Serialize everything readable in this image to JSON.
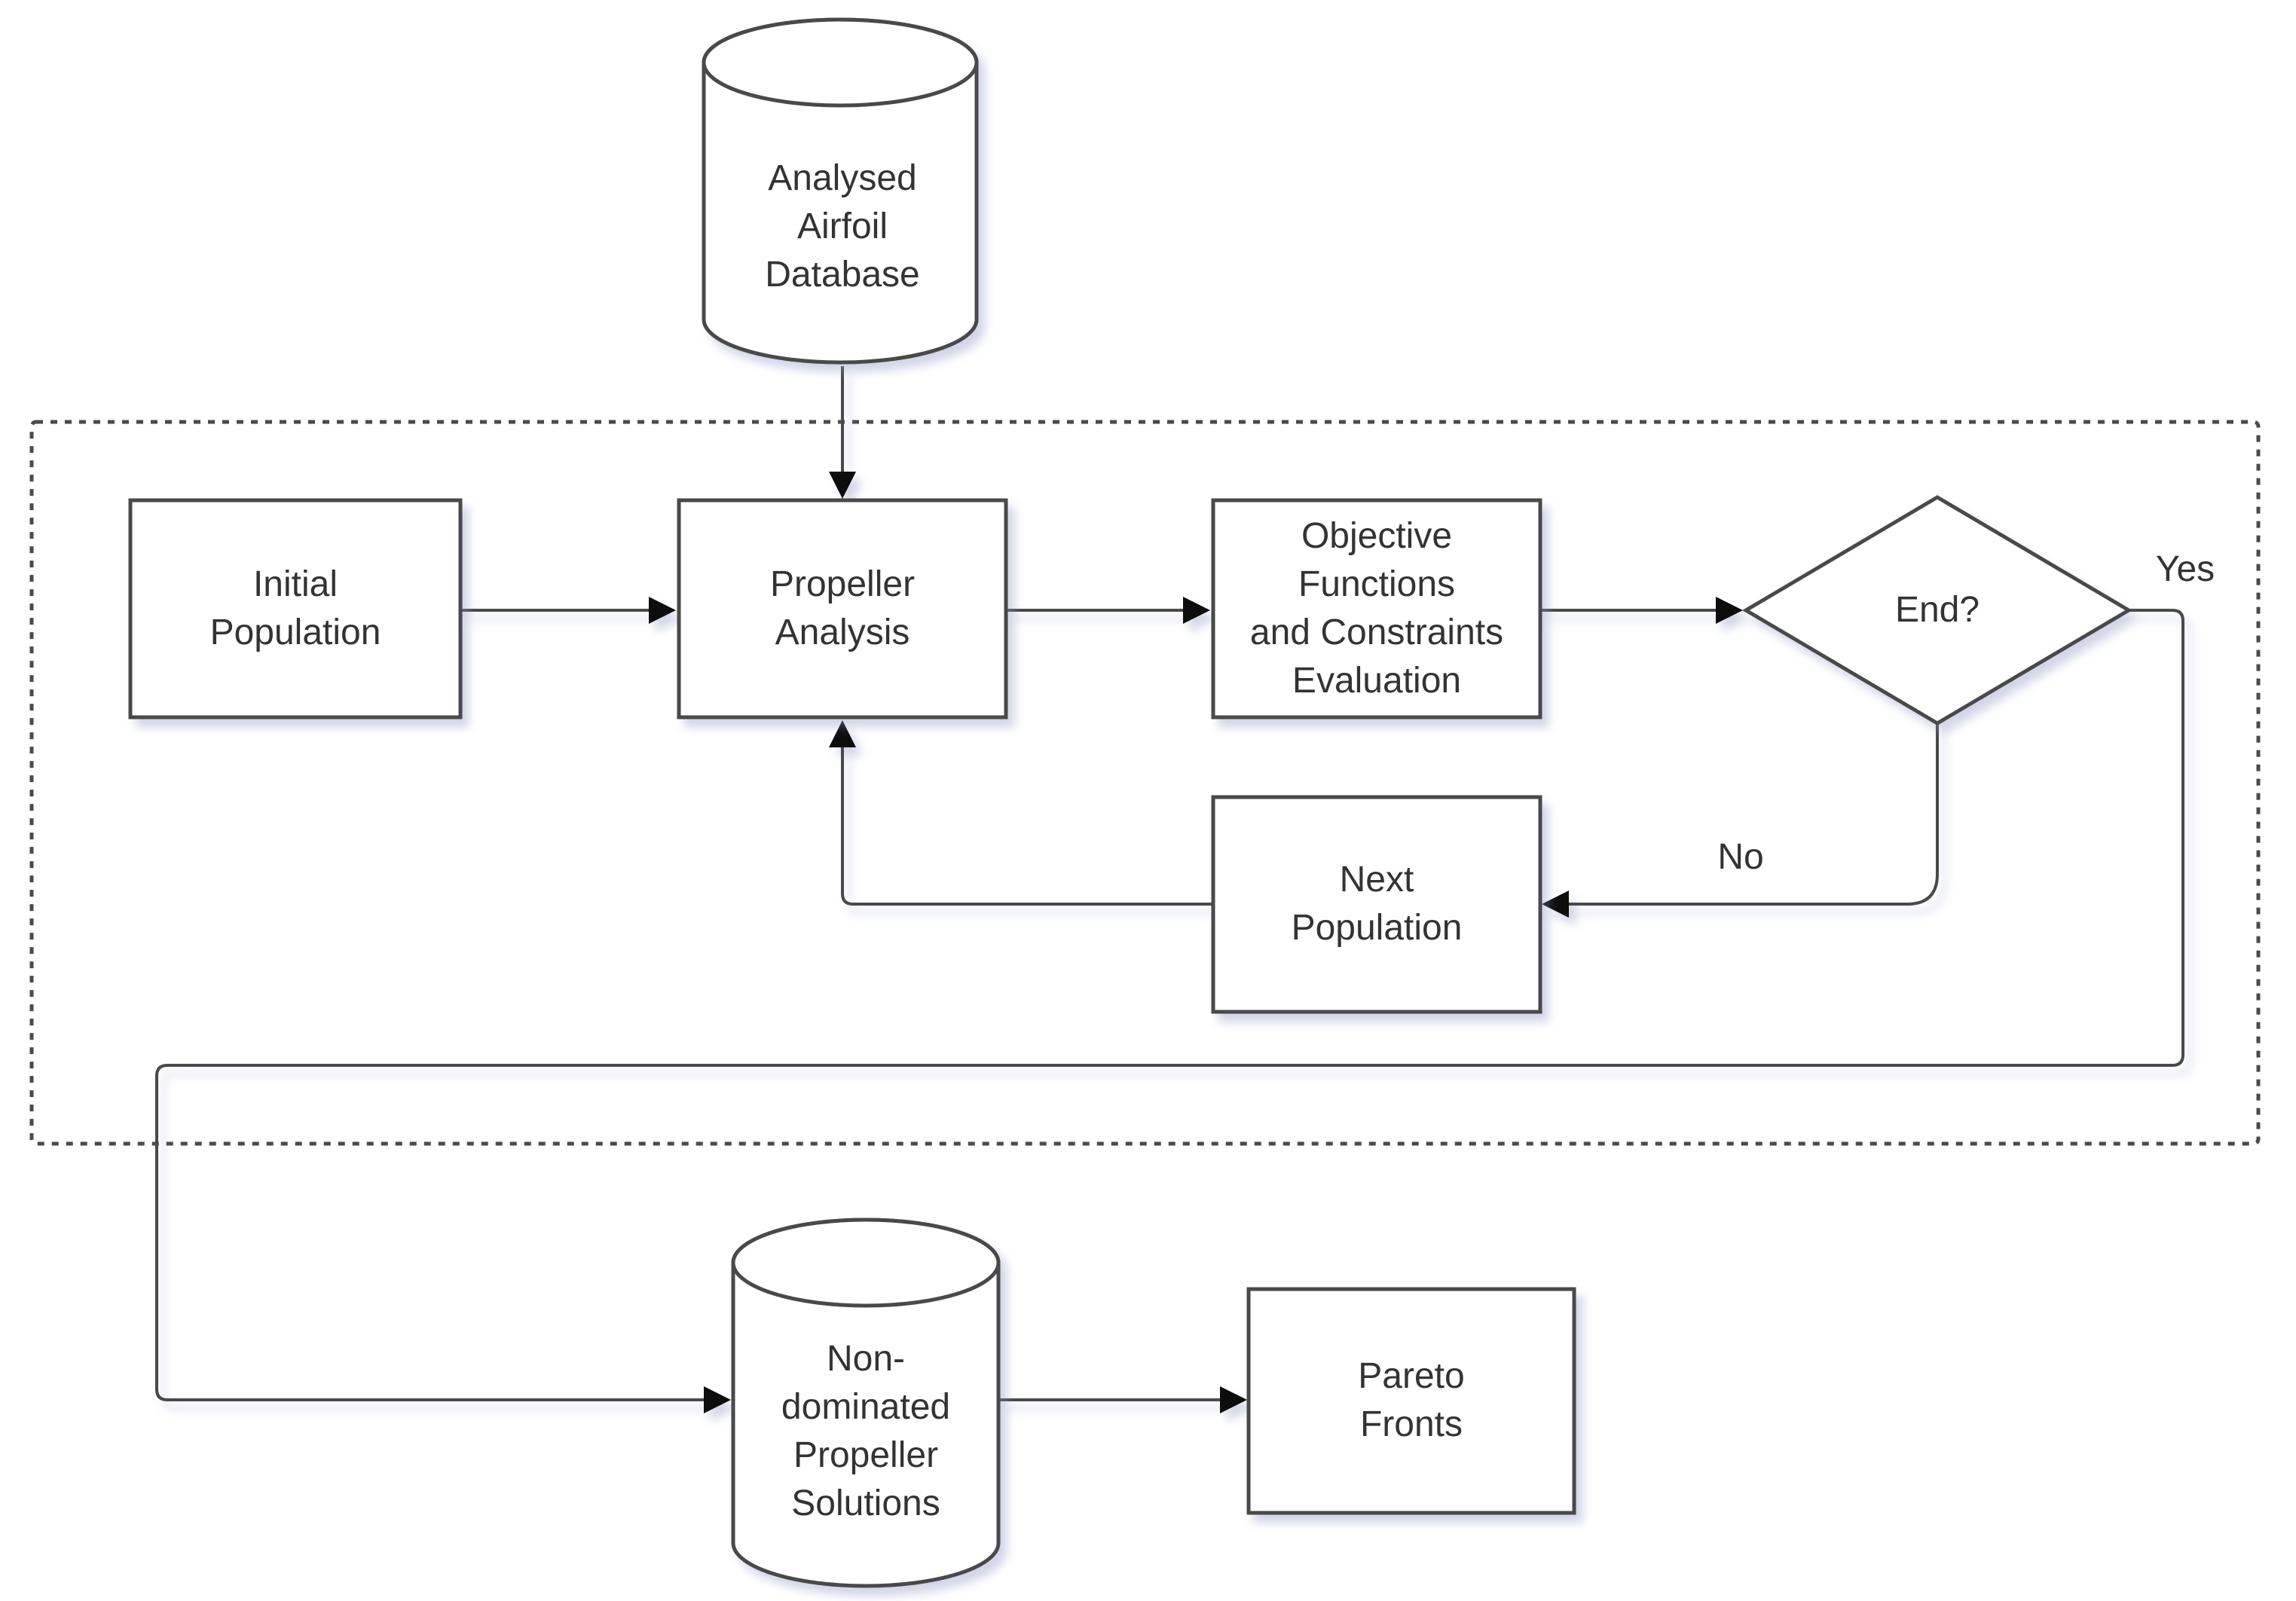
{
  "diagram": {
    "nodes": {
      "analysed_airfoil_database": {
        "shape": "cylinder",
        "label": "Analysed\nAirfoil\nDatabase"
      },
      "initial_population": {
        "shape": "rectangle",
        "label": "Initial\nPopulation"
      },
      "propeller_analysis": {
        "shape": "rectangle",
        "label": "Propeller\nAnalysis"
      },
      "objective_functions": {
        "shape": "rectangle",
        "label": "Objective\nFunctions\nand Constraints\nEvaluation"
      },
      "end_decision": {
        "shape": "diamond",
        "label": "End?"
      },
      "next_population": {
        "shape": "rectangle",
        "label": "Next\nPopulation"
      },
      "non_dominated_propeller_solutions": {
        "shape": "cylinder",
        "label": "Non-\ndominated\nPropeller\nSolutions"
      },
      "pareto_fronts": {
        "shape": "rectangle",
        "label": "Pareto\nFronts"
      }
    },
    "edge_labels": {
      "yes": "Yes",
      "no": "No"
    },
    "colors": {
      "stroke": "#4a4a4a",
      "text": "#333333",
      "arrowhead": "#111111",
      "node_fill": "#ffffff",
      "dashed_border": "#4a4a4a",
      "background": "#ffffff",
      "shadow": "rgba(139,146,193,0.38)"
    }
  }
}
